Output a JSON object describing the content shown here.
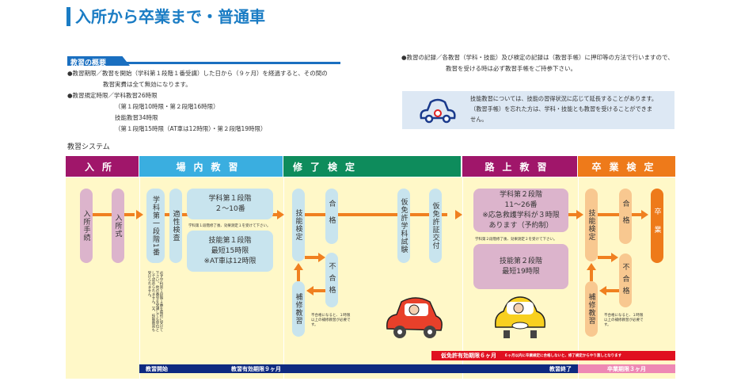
{
  "title": "入所から卒業まで・普通車",
  "overview": {
    "heading": "教習の概要",
    "lines": [
      "●教習期限／教習を開始（学科第１段階１番受講）した日から（９ヶ月）を経過すると、その間の",
      "教習実費は全て無効になります。",
      "●教習規定時限／学科教習26時限",
      "（第１段階10時限・第２段階16時限）",
      "技能教習34時限",
      "（第１段階15時限（AT車は12時限）・第２段階19時限）"
    ]
  },
  "record": {
    "lines": [
      "●教習の記録／各教習（学科・技能）及び検定の記録は（教習手帳）に押印等の方法で行いますので、",
      "教習を受ける時は必ず教習手帳をご持参下さい。"
    ]
  },
  "info": {
    "lines": [
      "技能教習については、技能の習得状況に応じて延長することがあります。",
      "（教習手帳）を忘れた方は、学科・技能とも教習を受けることができま",
      "せん。"
    ]
  },
  "system_label": "教習システム",
  "headers": [
    "入所",
    "場内教習",
    "修了検定",
    "路上教習",
    "卒業検定"
  ],
  "flow": {
    "nyusho_tetsuzuki": "入所手続",
    "nyushoshiki": "入所式",
    "gakka1_1": "学科第一段階1番",
    "tekisei": "適性検査",
    "gakka1": [
      "学科第１段階",
      "２〜10番"
    ],
    "gakka1_note": "学科第１段階修了後、効果測定１を受けて下さい。",
    "ginou1": [
      "技能第１段階",
      "最短15時限",
      "※AT車は12時限"
    ],
    "gakka1_1_note": "必ず学科第１段階１番を最初に受けて下さい。他の番号を受講しても単位として認められません。又、技能教習も受けられません。",
    "kentei": "技能検定",
    "gokaku": "合格",
    "fugokaku": "不合格",
    "hoshu": "補修教習",
    "fail_note": "不合格になると、１時限以上の補修教習が必要です。",
    "karimen_gakka": "仮免許学科試験",
    "karimen_kofu": "仮免許証交付",
    "gakka2": [
      "学科第２段階",
      "11〜26番",
      "※応急救護学科が３時限",
      "あります（予約制）"
    ],
    "gakka2_note": "学科第２段階修了後、効果測定２を受けて下さい。",
    "ginou2": [
      "技能第２段階",
      "最短19時限"
    ],
    "sotsugyo": "卒業"
  },
  "bars": {
    "karimen": "仮免許有効期限６ヶ月",
    "karimen_note": "６ヶ月以内に卒業検定に合格しないと、修了検定からやり直しとなります",
    "start": "教習開始",
    "validity": "教習有効期限９ヶ月",
    "end": "教習終了",
    "grad": "卒業期限３ヶ月"
  }
}
